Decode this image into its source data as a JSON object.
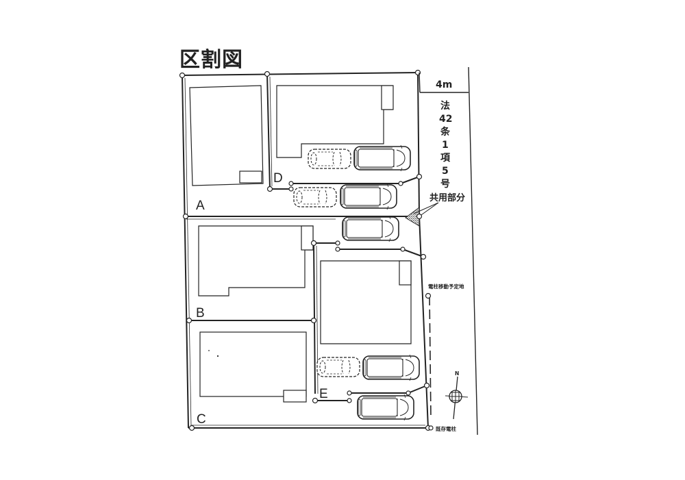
{
  "title": "区割図",
  "lots": [
    {
      "id": "A",
      "label": "A"
    },
    {
      "id": "B",
      "label": "B"
    },
    {
      "id": "C",
      "label": "C"
    },
    {
      "id": "D",
      "label": "D"
    },
    {
      "id": "E",
      "label": "E"
    }
  ],
  "road": {
    "width_label": "4m",
    "legal_basis_chars": [
      "法",
      "42",
      "条",
      "1",
      "項",
      "5",
      "号"
    ]
  },
  "annotations": {
    "shared_portion": "共用部分",
    "pole_relocation": "電柱移動予定地",
    "existing_pole": "既存電柱",
    "north": "N"
  },
  "colors": {
    "line": "#222222",
    "background": "#ffffff",
    "hatch": "#555555"
  }
}
